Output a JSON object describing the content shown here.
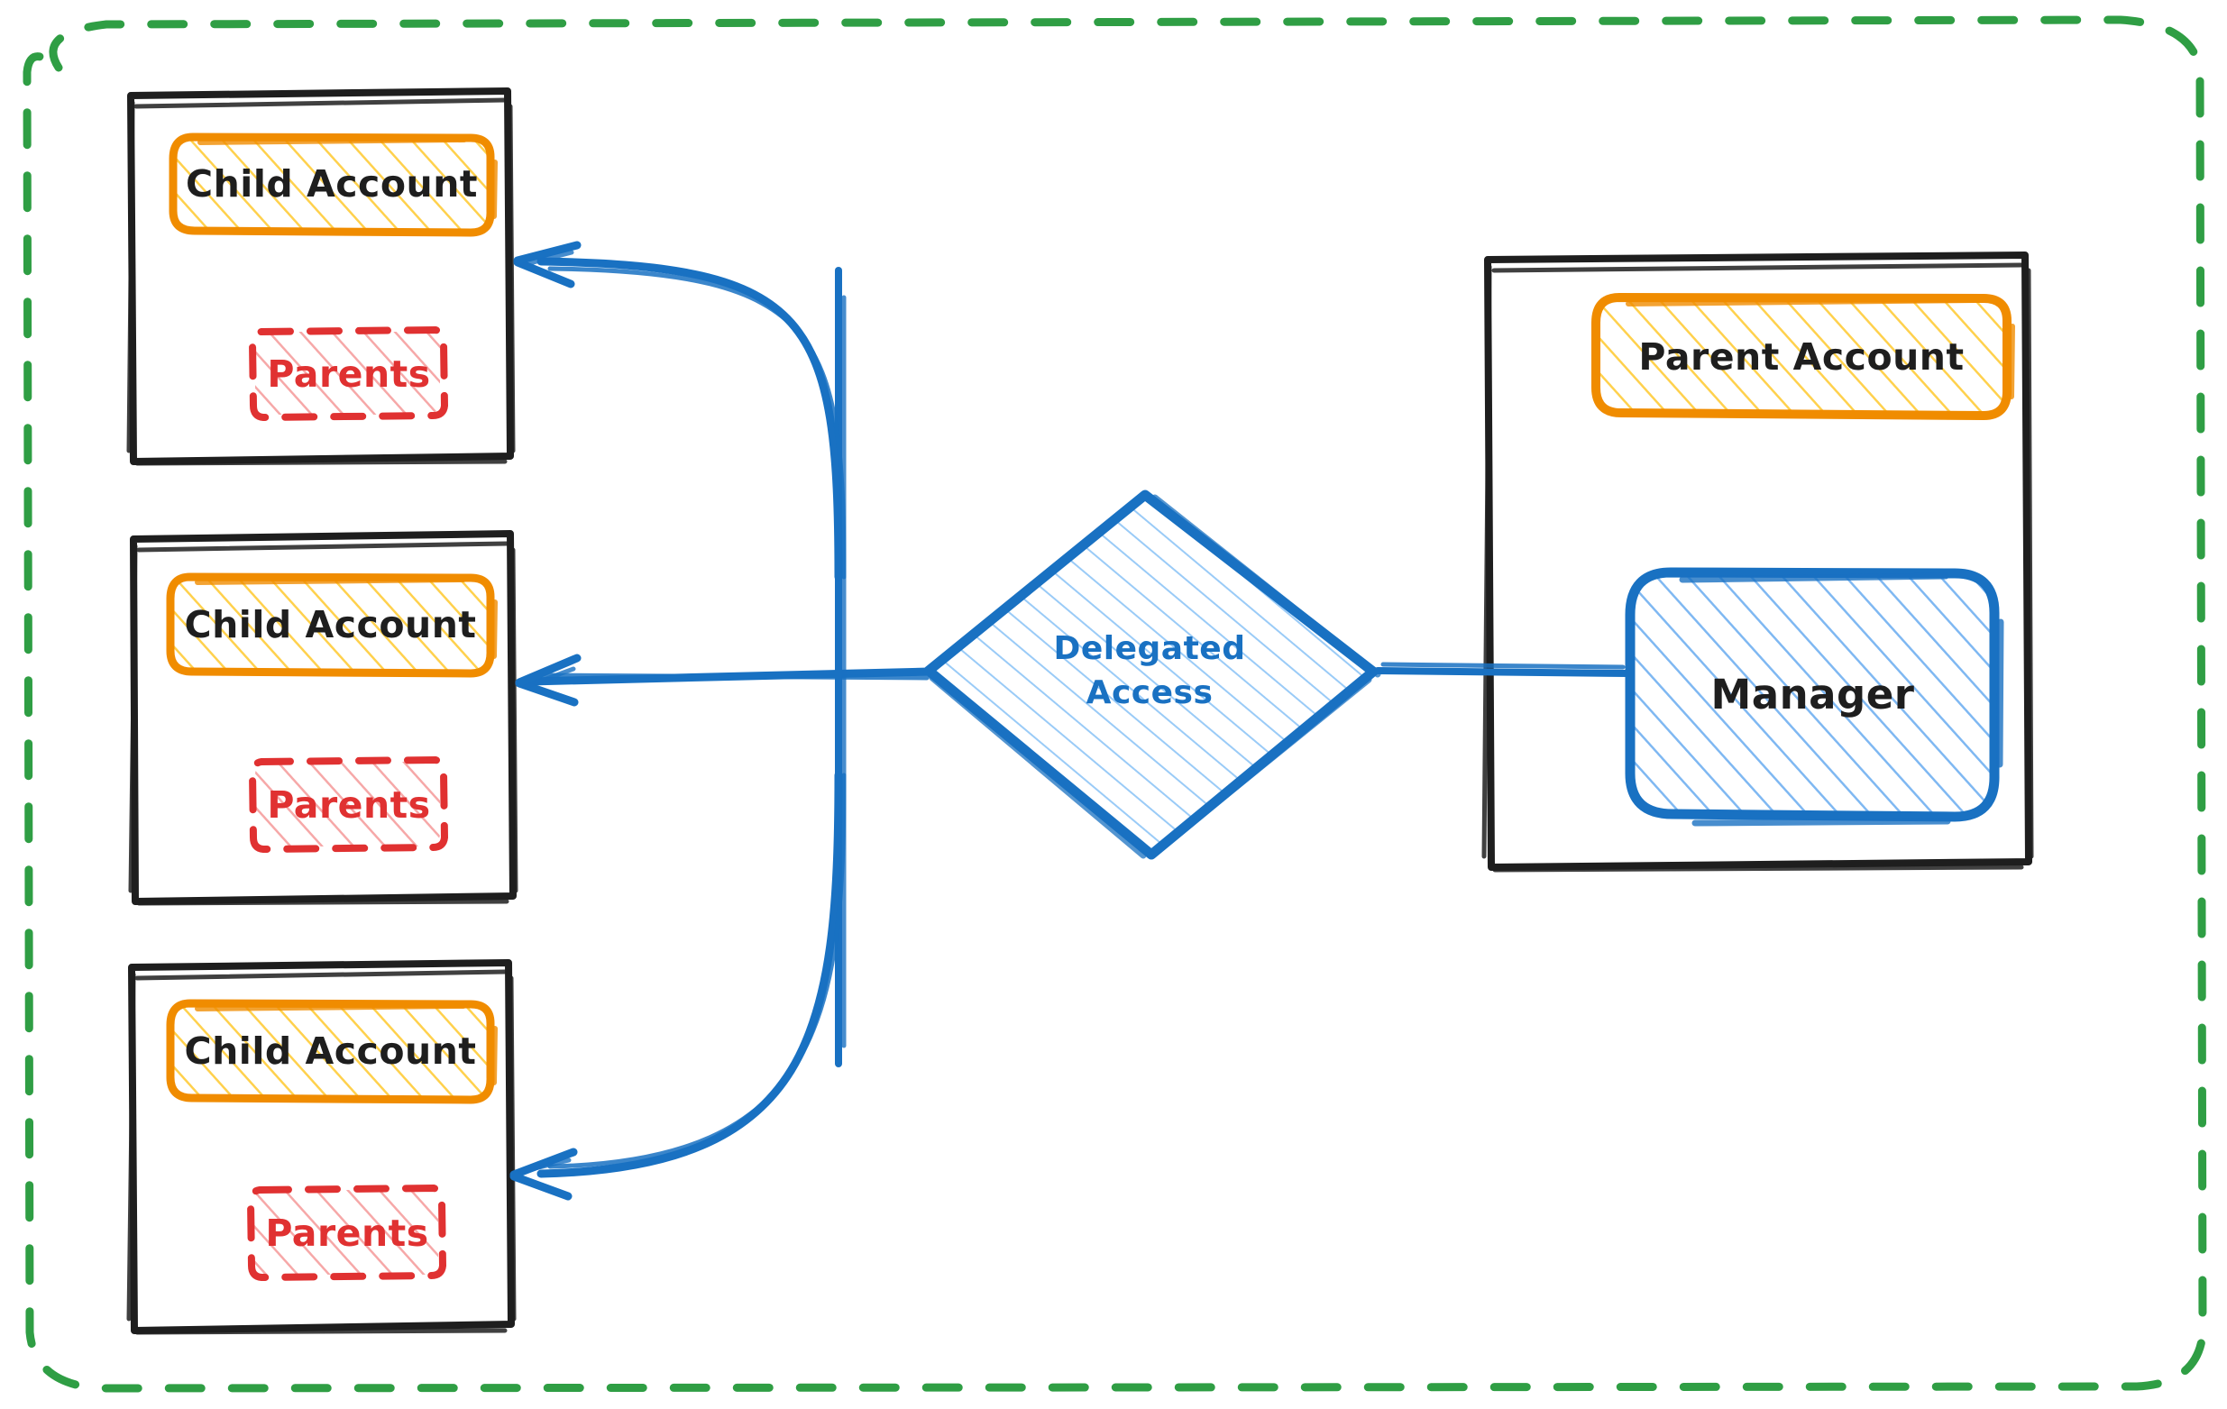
{
  "diagram": {
    "type": "delegated-access-architecture",
    "outer_frame": {
      "name": "outer-boundary",
      "style": "dashed",
      "color": "#2f9e44"
    },
    "child_accounts": [
      {
        "title": "Child Account",
        "nested": "Parents"
      },
      {
        "title": "Child Account",
        "nested": "Parents"
      },
      {
        "title": "Child Account",
        "nested": "Parents"
      }
    ],
    "relationship": {
      "label_line_1": "Delegated",
      "label_line_2": "Access",
      "shape": "diamond"
    },
    "parent_panel": {
      "title": "Parent Account",
      "actor": "Manager"
    },
    "colors": {
      "green_dashed": "#2f9e44",
      "black_stroke": "#1e1e1e",
      "orange_stroke": "#f08c00",
      "orange_hatch": "#ffd43b",
      "red_stroke": "#e03131",
      "red_hatch": "#f3a3a3",
      "blue_stroke": "#1971c2",
      "blue_hatch": "#74b3f0"
    },
    "arrows": [
      {
        "from": "Delegated Access",
        "to": "Child Account 1",
        "direction": "left"
      },
      {
        "from": "Delegated Access",
        "to": "Child Account 2",
        "direction": "left"
      },
      {
        "from": "Delegated Access",
        "to": "Child Account 3",
        "direction": "left"
      },
      {
        "from": "Manager",
        "to": "Delegated Access",
        "direction": "left"
      }
    ]
  }
}
